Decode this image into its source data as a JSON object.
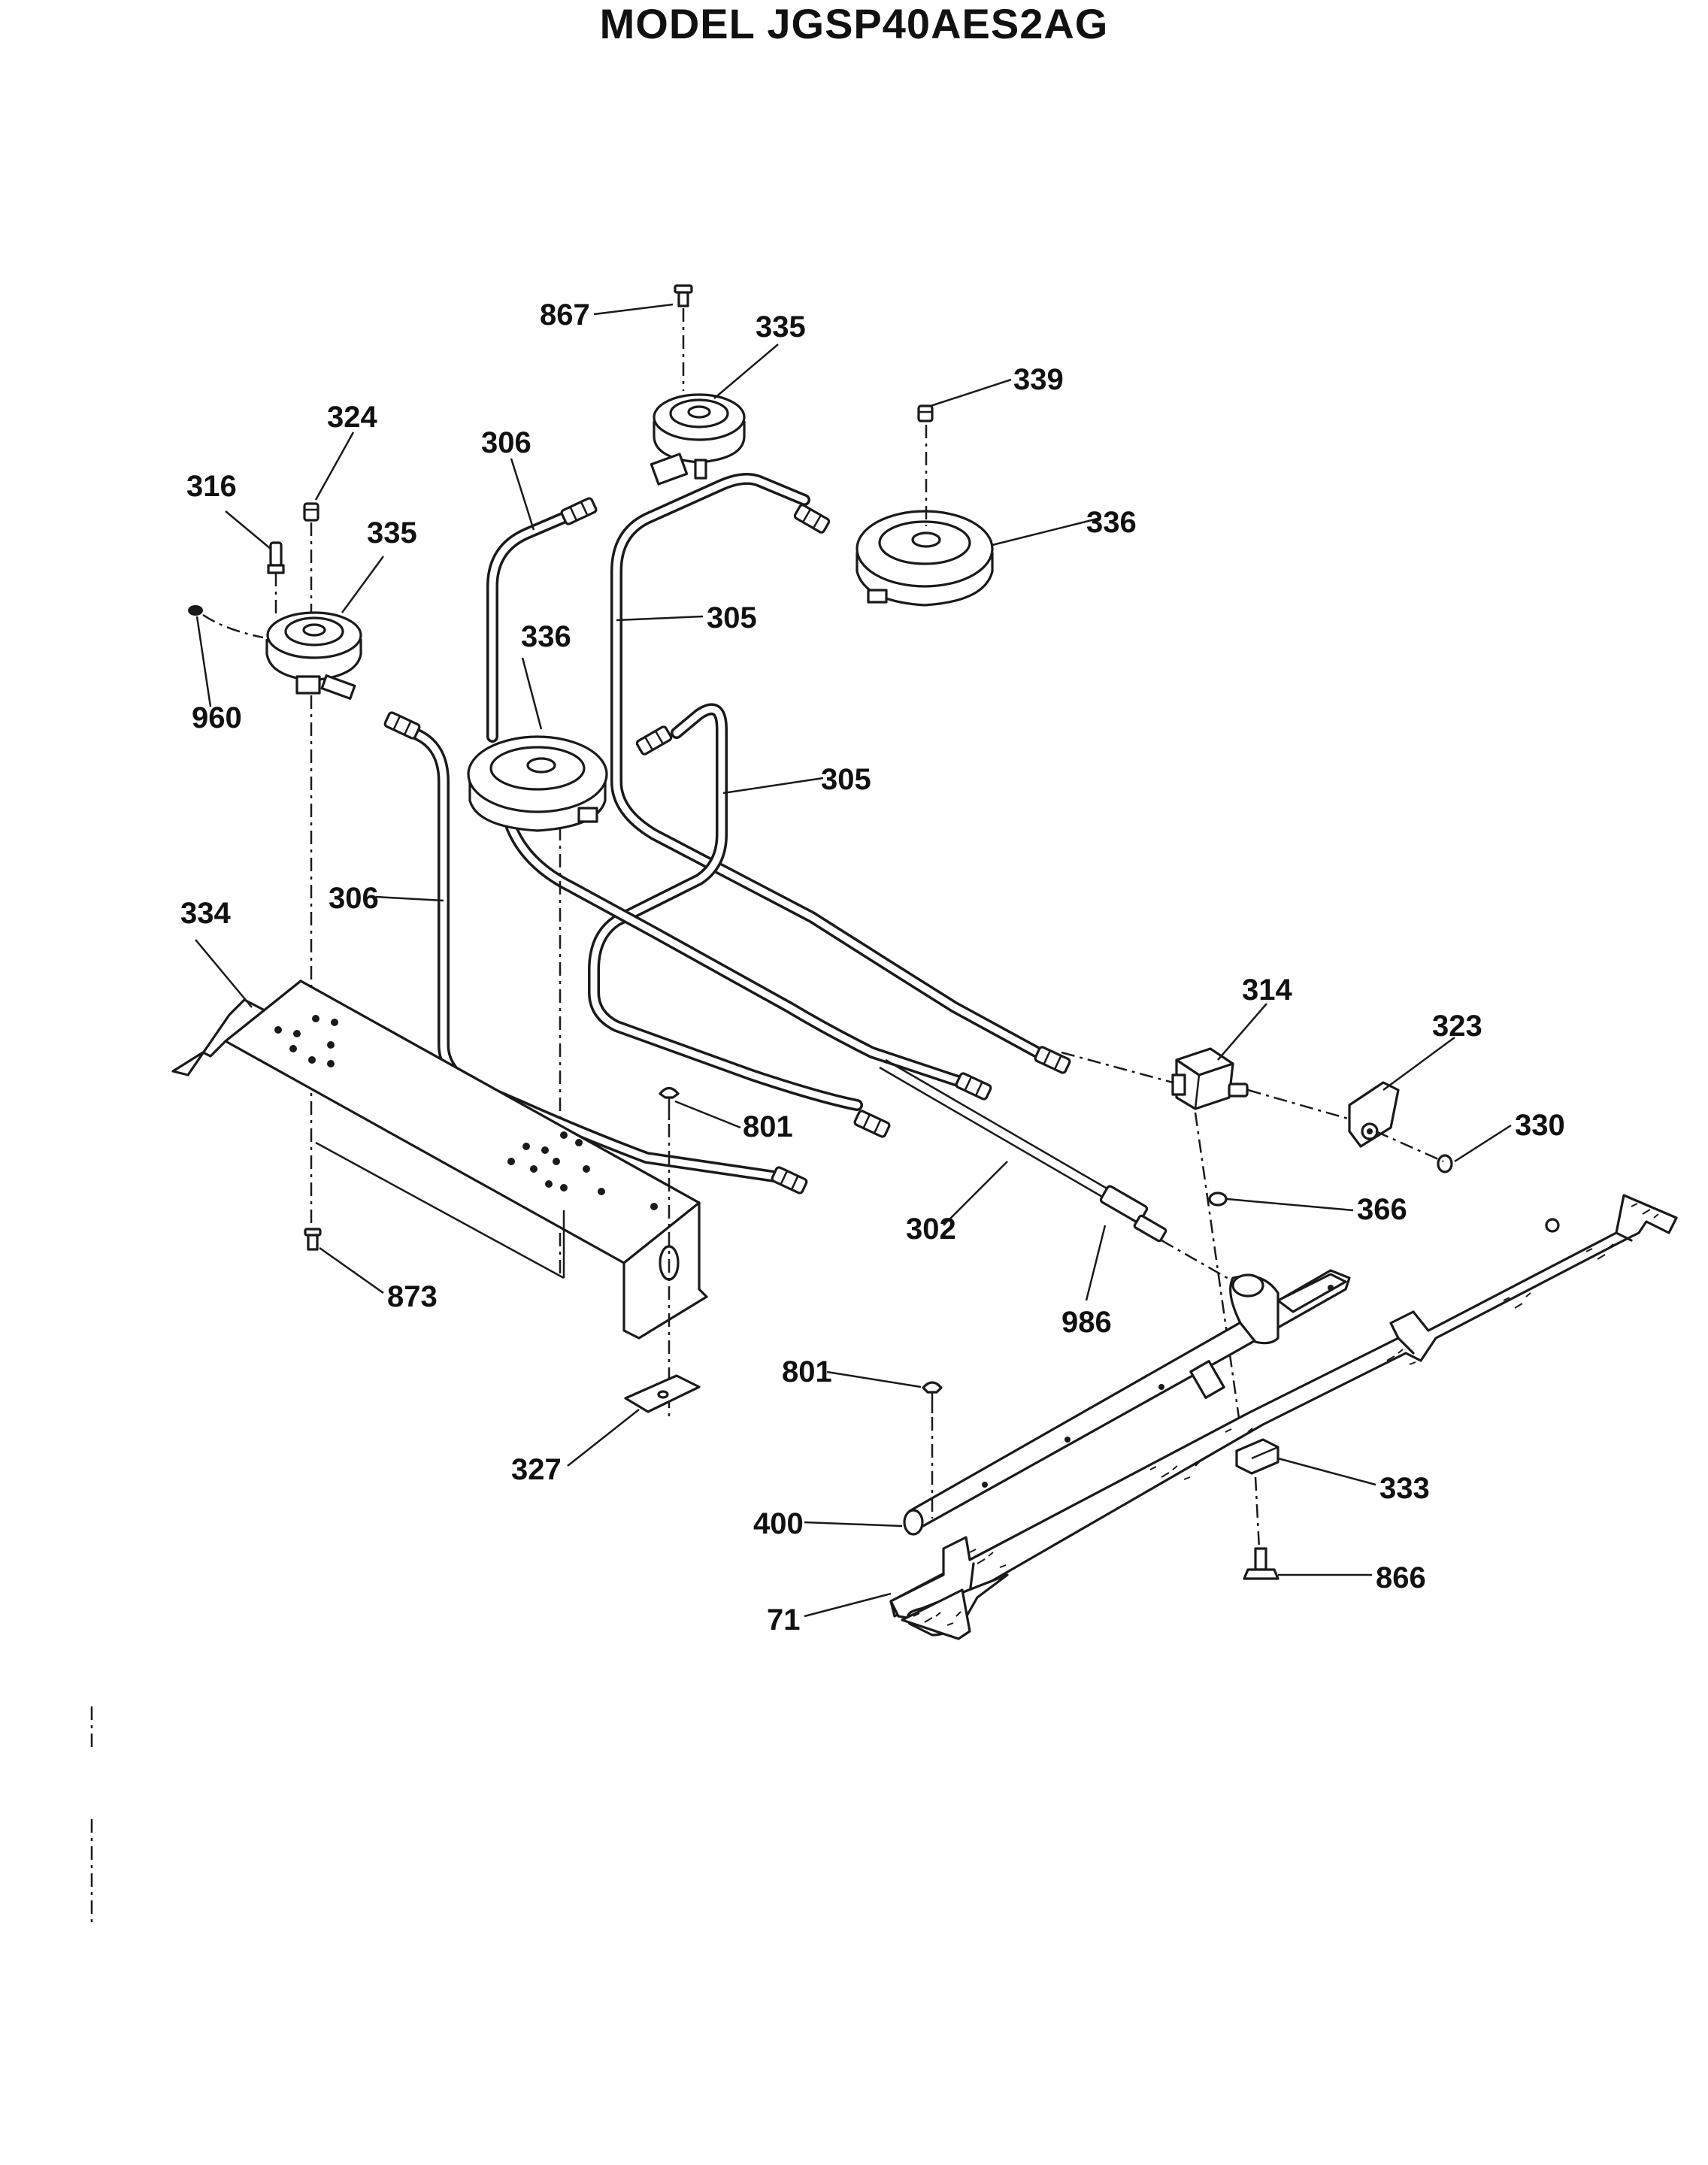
{
  "title": "MODEL JGSP40AES2AG",
  "callouts": {
    "c867": "867",
    "c335_top": "335",
    "c339": "339",
    "c324": "324",
    "c306_top": "306",
    "c316": "316",
    "c335_left": "335",
    "c336_right": "336",
    "c305_upper": "305",
    "c336_mid": "336",
    "c960": "960",
    "c305_lower": "305",
    "c334": "334",
    "c306_left": "306",
    "c314": "314",
    "c323": "323",
    "c801_upper": "801",
    "c330": "330",
    "c366": "366",
    "c302": "302",
    "c873": "873",
    "c986": "986",
    "c801_lower": "801",
    "c327": "327",
    "c333": "333",
    "c400": "400",
    "c866": "866",
    "c71": "71"
  }
}
